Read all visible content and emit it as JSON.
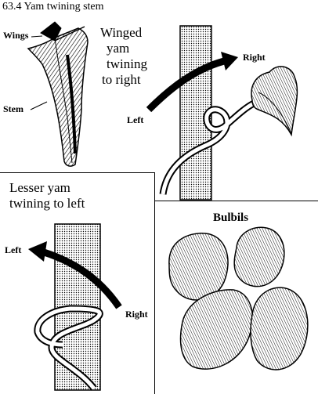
{
  "figure": {
    "title": "63.4 Yam twining stem"
  },
  "panels": {
    "winged": {
      "label_wings": "Wings",
      "label_stem": "Stem",
      "caption_lines": [
        "Winged",
        "yam",
        "twining",
        "to right"
      ],
      "arrow_left": "Left",
      "arrow_right": "Right"
    },
    "lesser": {
      "caption_lines": [
        "Lesser yam",
        "twining to left"
      ],
      "arrow_left": "Left",
      "arrow_right": "Right"
    },
    "bulbils": {
      "caption": "Bulbils"
    }
  },
  "colors": {
    "ink": "#000000",
    "paper": "#ffffff",
    "stipple": "#c8c8c8"
  }
}
